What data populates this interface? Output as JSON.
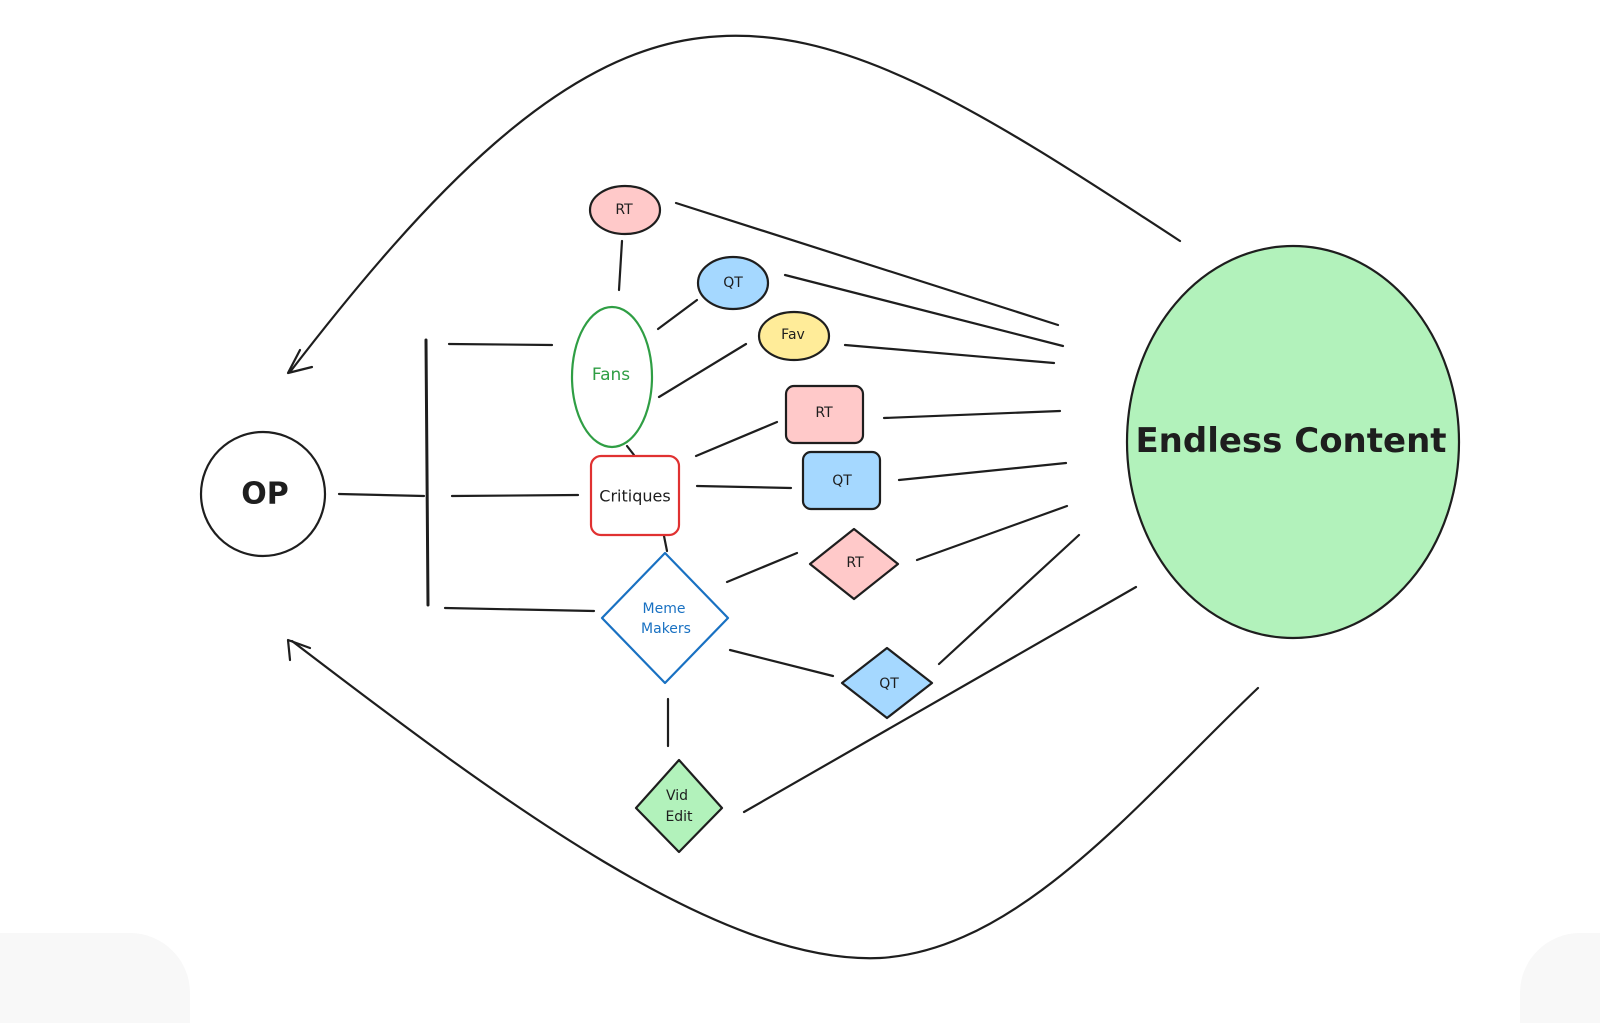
{
  "nodes": {
    "op": "OP",
    "endless": "Endless Content",
    "fans": "Fans",
    "critiques": "Critiques",
    "meme_line1": "Meme",
    "meme_line2": "Makers",
    "vid_line1": "Vid",
    "vid_line2": "Edit",
    "rt_top": "RT",
    "qt_top": "QT",
    "fav": "Fav",
    "rt_crit": "RT",
    "qt_crit": "QT",
    "rt_meme": "RT",
    "qt_meme": "QT"
  },
  "colors": {
    "pink": "#ffc9c9",
    "blue": "#a5d8ff",
    "yellow": "#ffec99",
    "green": "#b2f2bb",
    "fans_stroke": "#2f9e44",
    "critiques_stroke": "#e03131",
    "meme_stroke": "#1971c2",
    "ink": "#1e1e1e"
  }
}
